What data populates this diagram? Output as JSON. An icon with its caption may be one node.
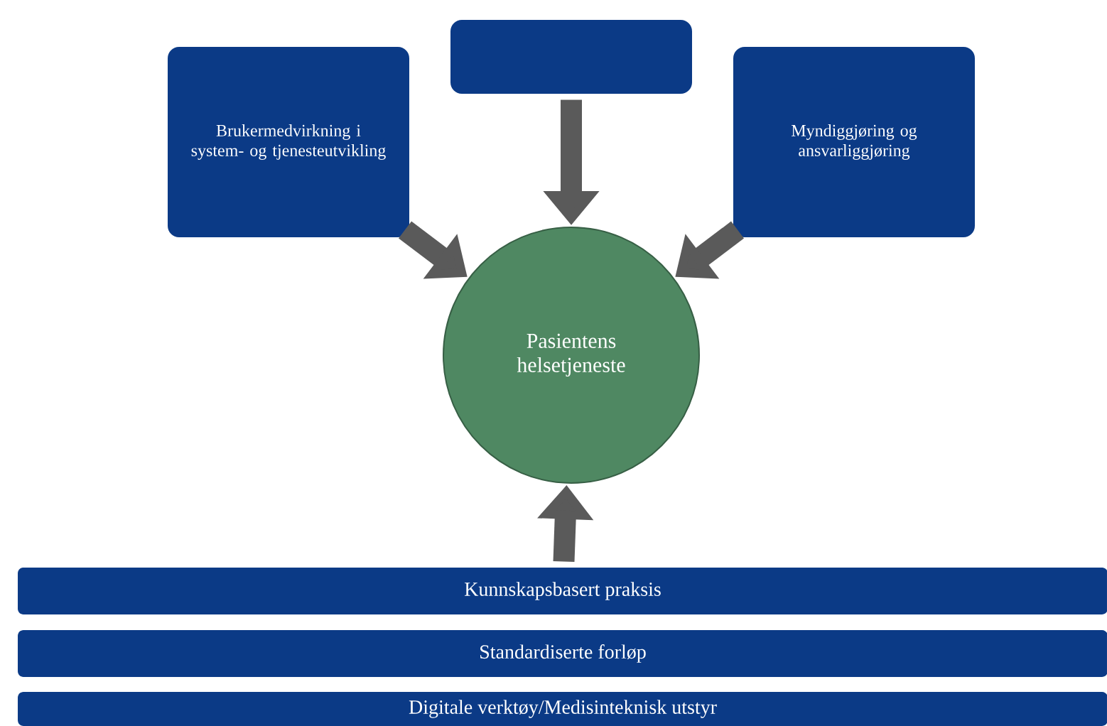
{
  "diagram": {
    "nodes": [
      {
        "text": [],
        "shape": "box"
      },
      {
        "text": [
          "Brukermedvirkning i system- og tjenesteutvikling"
        ]
      },
      {
        "text": [
          "Myndiggjøring og ansvarliggjøring"
        ]
      },
      {
        "text": [
          "Pasientens helsetjeneste"
        ]
      },
      {
        "text": [
          "Kunnskapsbasert praksis"
        ]
      },
      {
        "text": [
          "Standardiserte forløp"
        ]
      },
      {
        "text": [
          "Digitale verktøy/Medisinteknisk utstyr"
        ]
      }
    ],
    "edges": [
      {
        "from": 0,
        "to": 3,
        "arrow": "to"
      },
      {
        "from": 1,
        "to": 3,
        "arrow": "to"
      },
      {
        "from": 2,
        "to": 3,
        "arrow": "to"
      },
      {
        "from": 4,
        "to": 3,
        "arrow": "to"
      }
    ]
  }
}
